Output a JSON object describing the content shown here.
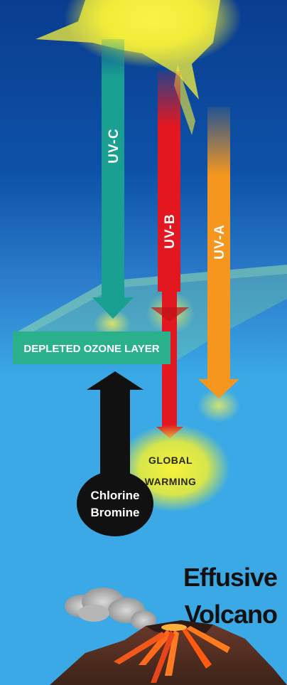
{
  "arrows": {
    "uvc": {
      "label": "UV-C",
      "color": "#1aa090"
    },
    "uvb": {
      "label": "UV-B",
      "color": "#e3171f"
    },
    "uva": {
      "label": "UV-A",
      "color": "#f5961e"
    }
  },
  "ozone_layer": {
    "label": "DEPLETED OZONE LAYER",
    "color": "#2bb08c"
  },
  "global_warming": {
    "line1": "GLOBAL",
    "line2": "WARMING"
  },
  "chemicals": {
    "line1": "Chlorine",
    "line2": "Bromine"
  },
  "volcano": {
    "line1": "Effusive",
    "line2": "Volcano"
  },
  "colors": {
    "sky_top": "#0a3d8f",
    "sky_bottom": "#3aa9e6",
    "sun": "#fff23a",
    "arrow_up": "#111111"
  }
}
